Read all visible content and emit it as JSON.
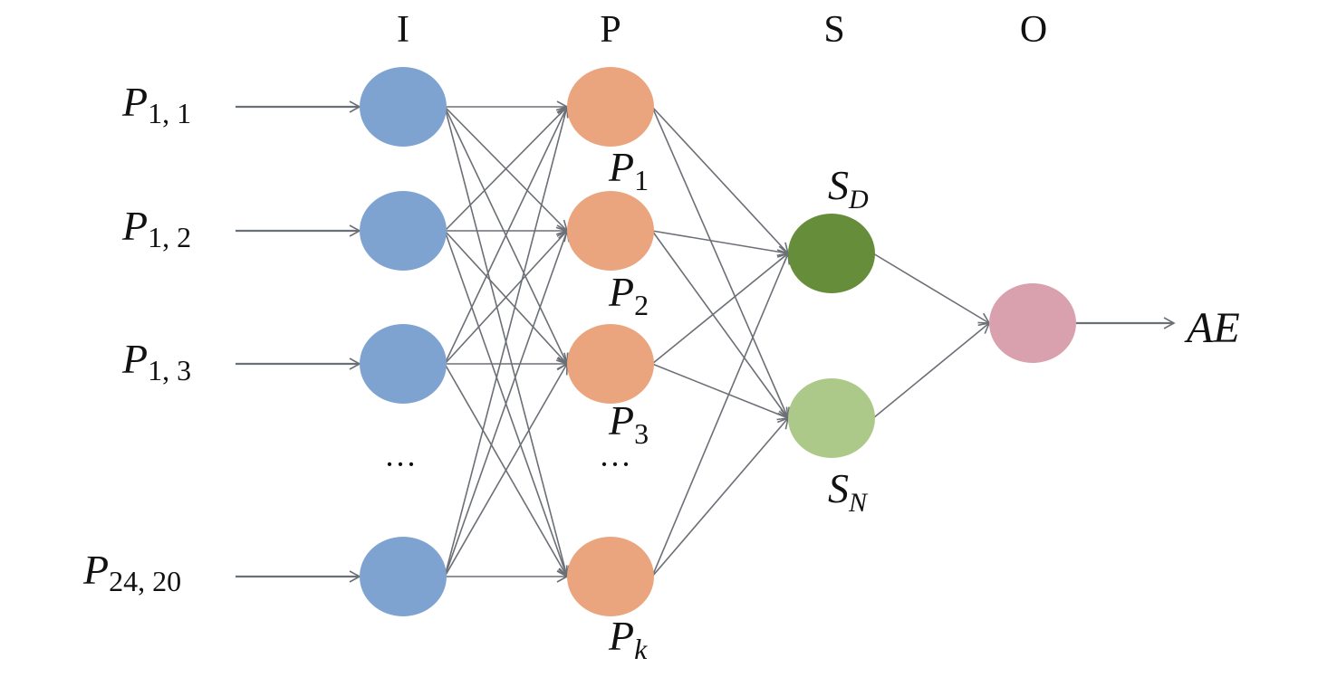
{
  "layers": [
    {
      "id": "I",
      "label": "I"
    },
    {
      "id": "P",
      "label": "P"
    },
    {
      "id": "S",
      "label": "S"
    },
    {
      "id": "O",
      "label": "O"
    }
  ],
  "inputs": [
    {
      "base": "P",
      "sub": "1, 1"
    },
    {
      "base": "P",
      "sub": "1, 2"
    },
    {
      "base": "P",
      "sub": "1, 3"
    },
    {
      "base": "P",
      "sub": "24, 20"
    }
  ],
  "input_nodes": [
    {
      "color": "#7fa3d1"
    },
    {
      "color": "#7fa3d1"
    },
    {
      "color": "#7fa3d1"
    },
    {
      "color": "#7fa3d1"
    }
  ],
  "p_nodes": [
    {
      "base": "P",
      "sub": "1",
      "color": "#eba57e"
    },
    {
      "base": "P",
      "sub": "2",
      "color": "#eba57e"
    },
    {
      "base": "P",
      "sub": "3",
      "color": "#eba57e"
    },
    {
      "base": "P",
      "sub": "k",
      "color": "#eba57e"
    }
  ],
  "s_nodes": [
    {
      "base": "S",
      "sub": "D",
      "color": "#668d3a"
    },
    {
      "base": "S",
      "sub": "N",
      "color": "#acc98a"
    }
  ],
  "output_node": {
    "color": "#d8a1ad"
  },
  "output": {
    "label": "AE"
  },
  "ellipsis": "···",
  "edge_color": "#6b6f76"
}
